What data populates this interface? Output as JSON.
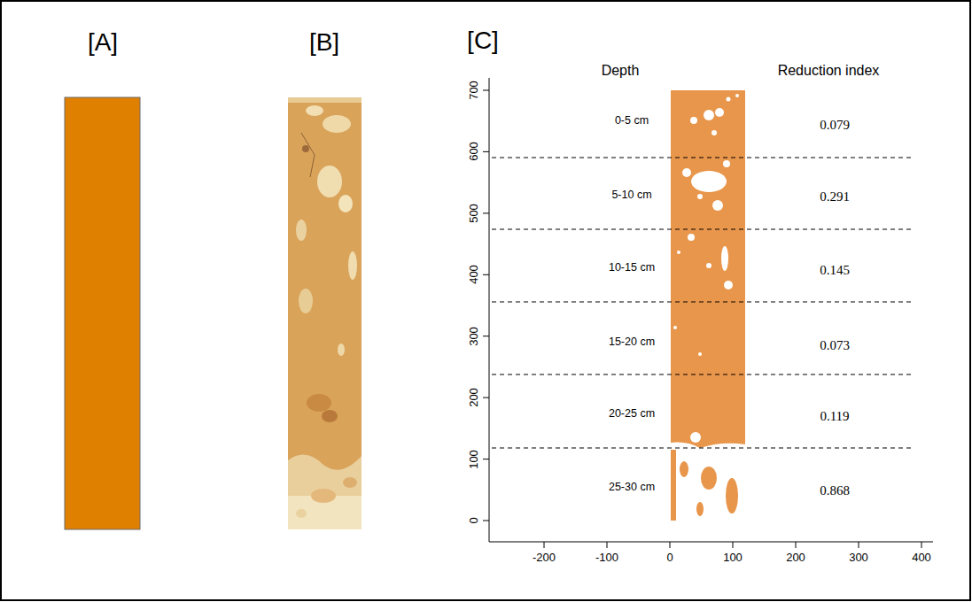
{
  "diagram": {
    "labels": [
      "[A]",
      "[B]",
      "[C]",
      "Depth",
      "Reduction index",
      "0-5 cm",
      "0.079",
      "5-10 cm",
      "0.291",
      "10-15 cm",
      "0.145",
      "15-20 cm",
      "0.073",
      "20-25 cm",
      "0.119",
      "25-30 cm",
      "0.868",
      "700",
      "600",
      "500",
      "400",
      "300",
      "200",
      "100",
      "0",
      "-200",
      "-100",
      "0",
      "100",
      "200",
      "300",
      "400"
    ]
  }
}
